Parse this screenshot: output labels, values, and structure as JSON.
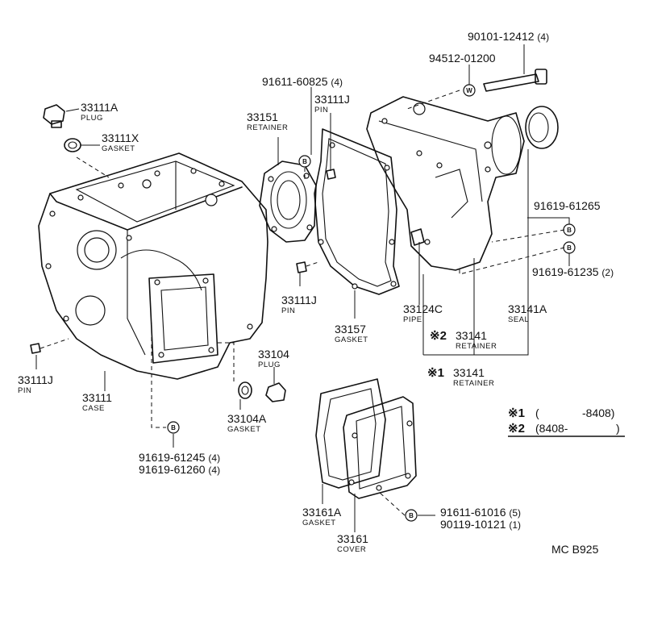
{
  "callouts": {
    "p90101": {
      "num": "90101-12412",
      "qty": "(4)"
    },
    "p94512": {
      "num": "94512-01200"
    },
    "p91611a": {
      "num": "91611-60825",
      "qty": "(4)"
    },
    "p33111J_top": {
      "num": "33111J",
      "label": "PIN"
    },
    "p33151": {
      "num": "33151",
      "label": "RETAINER"
    },
    "p33111A": {
      "num": "33111A",
      "label": "PLUG"
    },
    "p33111X": {
      "num": "33111X",
      "label": "GASKET"
    },
    "p91619_61265": {
      "num": "91619-61265"
    },
    "p91619_61235": {
      "num": "91619-61235",
      "qty": "(2)"
    },
    "p33111J_mid": {
      "num": "33111J",
      "label": "PIN"
    },
    "p33124C": {
      "num": "33124C",
      "label": "PIPE"
    },
    "p33141A": {
      "num": "33141A",
      "label": "SEAL"
    },
    "p33157": {
      "num": "33157",
      "label": "GASKET"
    },
    "p33141_2": {
      "mark": "※2",
      "num": "33141",
      "label": "RETAINER"
    },
    "p33141_1": {
      "mark": "※1",
      "num": "33141",
      "label": "RETAINER"
    },
    "p33104": {
      "num": "33104",
      "label": "PLUG"
    },
    "p33111J_left": {
      "num": "33111J",
      "label": "PIN"
    },
    "p33111": {
      "num": "33111",
      "label": "CASE"
    },
    "p33104A": {
      "num": "33104A",
      "label": "GASKET"
    },
    "p91619_61245": {
      "num": "91619-61245",
      "qty": "(4)"
    },
    "p91619_61260": {
      "num": "91619-61260",
      "qty": "(4)"
    },
    "p33161A": {
      "num": "33161A",
      "label": "GASKET"
    },
    "p91611_61016": {
      "num": "91611-61016",
      "qty": "(5)"
    },
    "p90119_10121": {
      "num": "90119-10121",
      "qty": "(1)"
    },
    "p33161": {
      "num": "33161",
      "label": "COVER"
    }
  },
  "markers": {
    "bolt_tag": "B",
    "washer_tag": "W"
  },
  "legend": {
    "row1": {
      "mark": "※1",
      "open": "(",
      "range": "-8408)"
    },
    "row2": {
      "mark": "※2",
      "range": "(8408-",
      "close": ")"
    }
  },
  "footer": {
    "code": "MC  B925"
  }
}
